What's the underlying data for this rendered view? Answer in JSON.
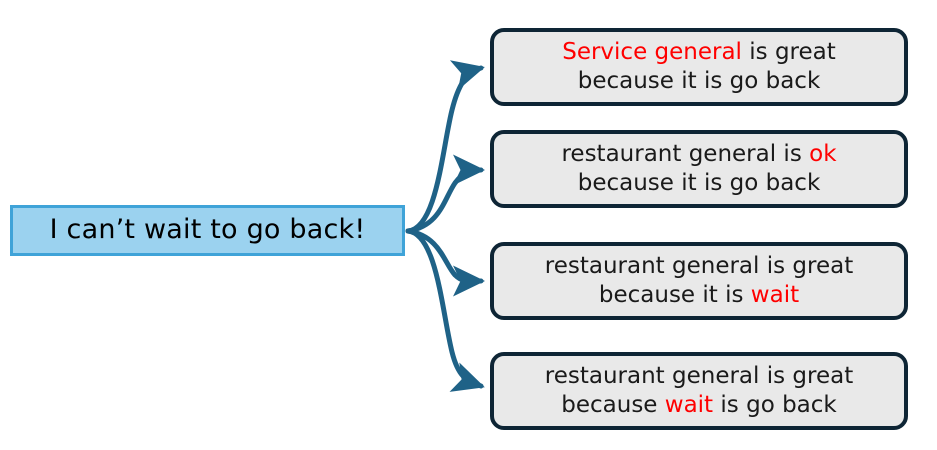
{
  "diagram": {
    "type": "fan-out-explanation-tree",
    "accent_colors": {
      "source_fill": "#9BD2EF",
      "source_border": "#3FA3D8",
      "node_fill": "#E9E9E9",
      "node_border": "#0E2535",
      "connector": "#1F6287",
      "highlight_text": "#FF0000",
      "body_text": "#1a1a1a",
      "background": "#FFFFFF"
    },
    "source": {
      "label": "I can’t wait to go back!"
    },
    "outputs": [
      {
        "id": "node-1",
        "line1_parts": [
          {
            "text": "Service general",
            "highlight": true
          },
          {
            "text": " is great",
            "highlight": false
          }
        ],
        "line2_parts": [
          {
            "text": "because it is go back",
            "highlight": false
          }
        ],
        "full_text": "Service general is great because it is go back"
      },
      {
        "id": "node-2",
        "line1_parts": [
          {
            "text": "restaurant general is ",
            "highlight": false
          },
          {
            "text": "ok",
            "highlight": true
          }
        ],
        "line2_parts": [
          {
            "text": "because it is go back",
            "highlight": false
          }
        ],
        "full_text": "restaurant general is ok because it is go back"
      },
      {
        "id": "node-3",
        "line1_parts": [
          {
            "text": "restaurant general is great",
            "highlight": false
          }
        ],
        "line2_parts": [
          {
            "text": "because it is ",
            "highlight": false
          },
          {
            "text": "wait",
            "highlight": true
          }
        ],
        "full_text": "restaurant general is great because it is wait"
      },
      {
        "id": "node-4",
        "line1_parts": [
          {
            "text": "restaurant general is great",
            "highlight": false
          }
        ],
        "line2_parts": [
          {
            "text": "because ",
            "highlight": false
          },
          {
            "text": "wait",
            "highlight": true
          },
          {
            "text": " is go back",
            "highlight": false
          }
        ],
        "full_text": "restaurant general is great because wait is go back"
      }
    ],
    "connectors": [
      {
        "from": "source",
        "to": "node-1",
        "arrow": "arrowhead-right"
      },
      {
        "from": "source",
        "to": "node-2",
        "arrow": "arrowhead-right"
      },
      {
        "from": "source",
        "to": "node-3",
        "arrow": "arrowhead-right"
      },
      {
        "from": "source",
        "to": "node-4",
        "arrow": "arrowhead-right"
      }
    ]
  }
}
